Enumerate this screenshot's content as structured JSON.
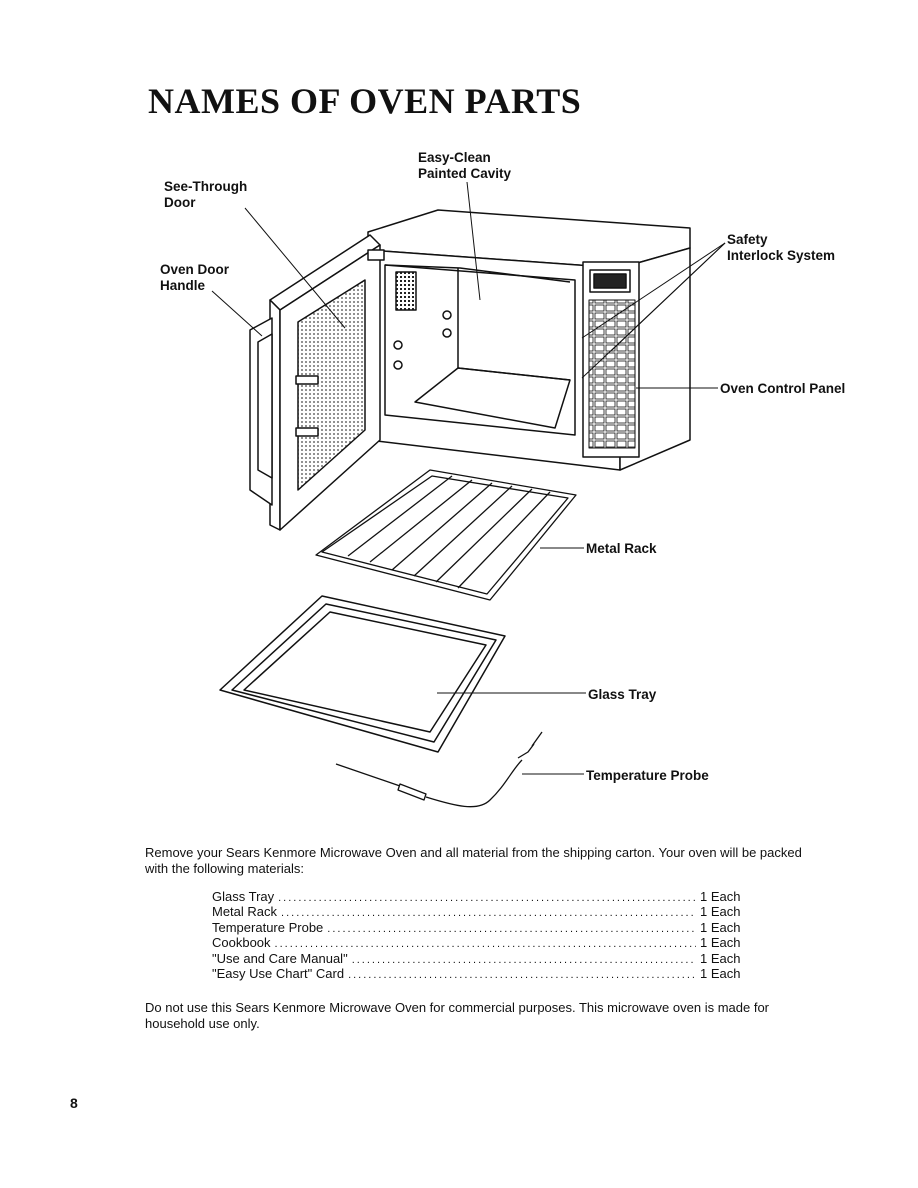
{
  "page": {
    "title": "NAMES OF OVEN PARTS",
    "page_number": "8"
  },
  "labels": {
    "cavity_line1": "Easy-Clean",
    "cavity_line2": "Painted Cavity",
    "door_line1": "See-Through",
    "door_line2": "Door",
    "handle_line1": "Oven Door",
    "handle_line2": "Handle",
    "safety_line1": "Safety",
    "safety_line2": "Interlock System",
    "control_panel": "Oven Control Panel",
    "metal_rack": "Metal Rack",
    "glass_tray": "Glass Tray",
    "temperature_probe": "Temperature Probe"
  },
  "intro_text": "Remove your Sears Kenmore Microwave Oven and all material from the shipping carton. Your oven will be packed with the following materials:",
  "contents": [
    {
      "item": "Glass Tray",
      "qty": "1 Each"
    },
    {
      "item": "Metal Rack",
      "qty": "1 Each"
    },
    {
      "item": "Temperature Probe",
      "qty": "1 Each"
    },
    {
      "item": "Cookbook",
      "qty": "1 Each"
    },
    {
      "item": "\"Use and Care Manual\"",
      "qty": "1 Each"
    },
    {
      "item": "\"Easy Use Chart\" Card",
      "qty": "1 Each"
    }
  ],
  "closing_text": "Do not use this Sears Kenmore Microwave Oven for commercial purposes. This microwave oven is made for household use only."
}
